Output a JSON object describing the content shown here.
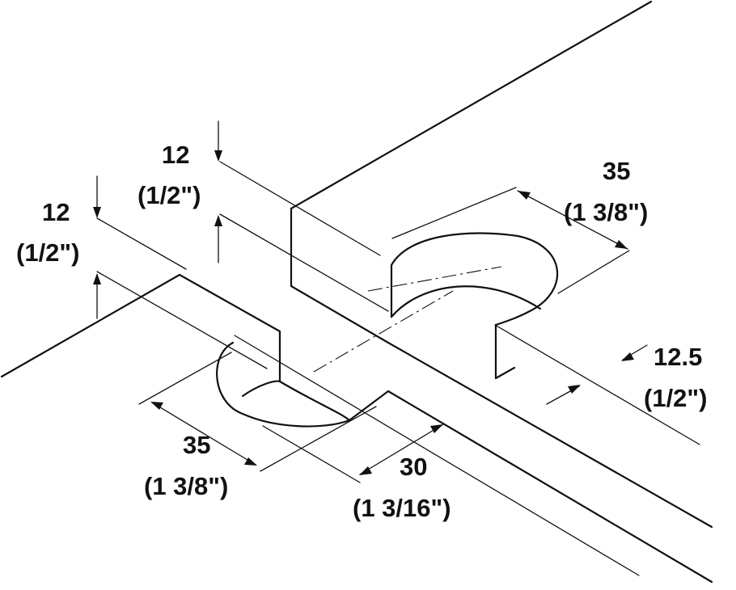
{
  "dimensions": {
    "top_depth": {
      "metric": "12",
      "imperial": "(1/2\")"
    },
    "left_depth": {
      "metric": "12",
      "imperial": "(1/2\")"
    },
    "top_cup_diameter": {
      "metric": "35",
      "imperial": "(1 3/8\")"
    },
    "top_edge_offset": {
      "metric": "12.5",
      "imperial": "(1/2\")"
    },
    "bottom_cup_diameter": {
      "metric": "35",
      "imperial": "(1 3/8\")"
    },
    "bottom_spacing": {
      "metric": "30",
      "imperial": "(1 3/16\")"
    }
  },
  "colors": {
    "line": "#111111",
    "background": "#ffffff"
  }
}
